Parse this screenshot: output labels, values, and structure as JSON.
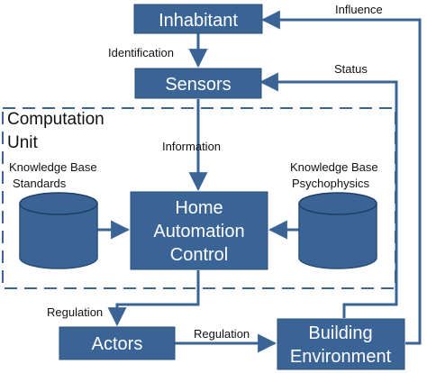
{
  "colors": {
    "box_fill": "#3a6496",
    "box_stroke": "#2a4f7a",
    "line": "#3a6496",
    "dashed_border": "#3a6496",
    "text_dark": "#111111",
    "text_light": "#ffffff"
  },
  "boxes": {
    "inhabitant": "Inhabitant",
    "sensors": "Sensors",
    "home_automation_control": [
      "Home",
      "Automation",
      "Control"
    ],
    "actors": "Actors",
    "building_environment": [
      "Building",
      "Environment"
    ]
  },
  "computation_unit": {
    "title_line1": "Computation",
    "title_line2": "Unit"
  },
  "knowledge_bases": {
    "standards": [
      "Knowledge Base",
      "Standards"
    ],
    "psychophysics": [
      "Knowledge Base",
      "Psychophysics"
    ]
  },
  "edge_labels": {
    "influence": "Influence",
    "identification": "Identification",
    "status": "Status",
    "information": "Information",
    "regulation_down": "Regulation",
    "regulation_right": "Regulation"
  }
}
